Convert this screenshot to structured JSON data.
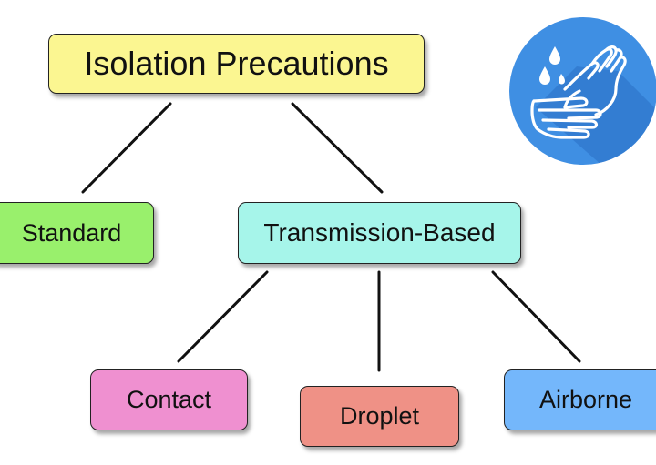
{
  "diagram": {
    "root": {
      "label": "Isolation Precautions",
      "color": "#fbf691"
    },
    "standard": {
      "label": "Standard",
      "color": "#99f06c"
    },
    "transmission": {
      "label": "Transmission-Based",
      "color": "#a6f5ea"
    },
    "contact": {
      "label": "Contact",
      "color": "#ef90d0"
    },
    "droplet": {
      "label": "Droplet",
      "color": "#ef9186"
    },
    "airborne": {
      "label": "Airborne",
      "color": "#74b7fb"
    }
  },
  "icon": {
    "name": "handwashing-icon",
    "circle_color": "#3f8fe3",
    "shadow_color": "#2a6fc4",
    "hand_color": "#ffffff"
  }
}
